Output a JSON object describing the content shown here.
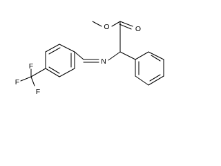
{
  "molecule": {
    "atoms": {
      "ether_oxygen": "O",
      "carbonyl_oxygen": "O",
      "imine_nitrogen": "N",
      "fluorine_1": "F",
      "fluorine_2": "F",
      "fluorine_3": "F"
    }
  },
  "colors": {
    "background": "#ffffff",
    "bond": "#000000",
    "label": "#000000"
  }
}
